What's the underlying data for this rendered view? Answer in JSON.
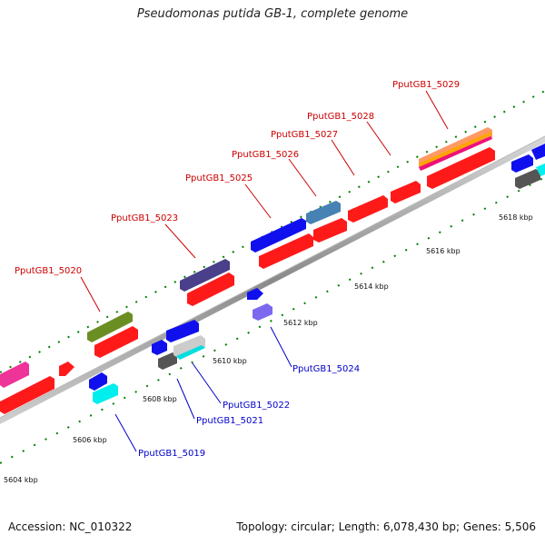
{
  "title": "Pseudomonas putida GB-1, complete genome",
  "footer": {
    "accession": "Accession: NC_010322",
    "topology": "Topology: circular;",
    "length": "Length: 6,078,430 bp;",
    "genes": "Genes: 5,506"
  },
  "scale_labels": [
    "5604 kbp",
    "5606 kbp",
    "5608 kbp",
    "5610 kbp",
    "5612 kbp",
    "5614 kbp",
    "5616 kbp",
    "5618 kbp"
  ],
  "forward_genes": [
    "PputGB1_5020",
    "PputGB1_5023",
    "PputGB1_5025",
    "PputGB1_5026",
    "PputGB1_5027",
    "PputGB1_5028",
    "PputGB1_5029"
  ],
  "reverse_genes": [
    "PputGB1_5019",
    "PputGB1_5021",
    "PputGB1_5022",
    "PputGB1_5024"
  ],
  "colors": {
    "forward_label": "#cc0000",
    "reverse_label": "#0000cc",
    "cds": "#ff0000",
    "backbone": "#999999",
    "tick": "#008000"
  }
}
